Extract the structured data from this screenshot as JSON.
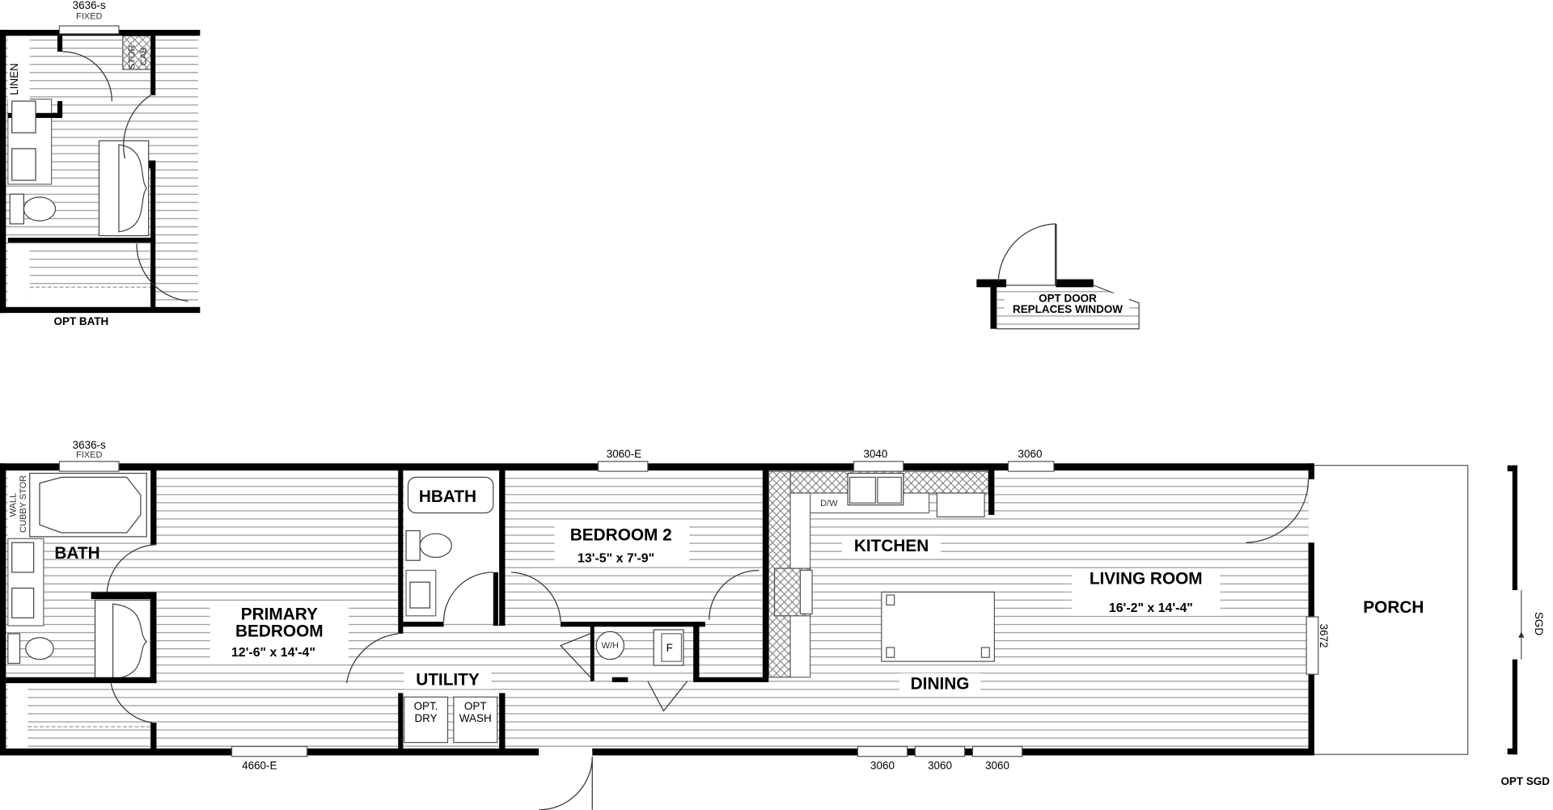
{
  "opt_bath": {
    "title": "OPT BATH",
    "window": {
      "size": "3636-s",
      "type": "FIXED"
    },
    "linen": "LINEN",
    "stor_cab": [
      "STOR",
      "CAB"
    ]
  },
  "opt_door": {
    "line1": "OPT DOOR",
    "line2": "REPLACES WINDOW"
  },
  "opt_sgd": {
    "title": "OPT SGD",
    "door_label": "SGD"
  },
  "rooms": {
    "bath": "BATH",
    "wall_cubby": [
      "WALL",
      "CUBBY STOR"
    ],
    "primary": [
      "PRIMARY",
      "BEDROOM"
    ],
    "primary_dim": "12'-6\"  x  14'-4\"",
    "hbath": "HBATH",
    "bedroom2": "BEDROOM 2",
    "bedroom2_dim": "13'-5\"  x  7'-9\"",
    "utility": "UTILITY",
    "opt_dry": [
      "OPT.",
      "DRY"
    ],
    "opt_wash": [
      "OPT",
      "WASH"
    ],
    "water_heater": "W/H",
    "furnace": "F",
    "kitchen": "KITCHEN",
    "dishwasher": "D/W",
    "living": "LIVING ROOM",
    "living_dim": "16'-2\"  x  14'-4\"",
    "dining": "DINING",
    "porch": "PORCH"
  },
  "windows": {
    "top_bath": {
      "size": "3636-s",
      "type": "FIXED"
    },
    "top_bed2": "3060-E",
    "top_kitchen": "3040",
    "top_living": "3060",
    "bottom_primary": "4660-E",
    "bottom_dining": [
      "3060",
      "3060",
      "3060"
    ],
    "porch_side": "3672"
  }
}
